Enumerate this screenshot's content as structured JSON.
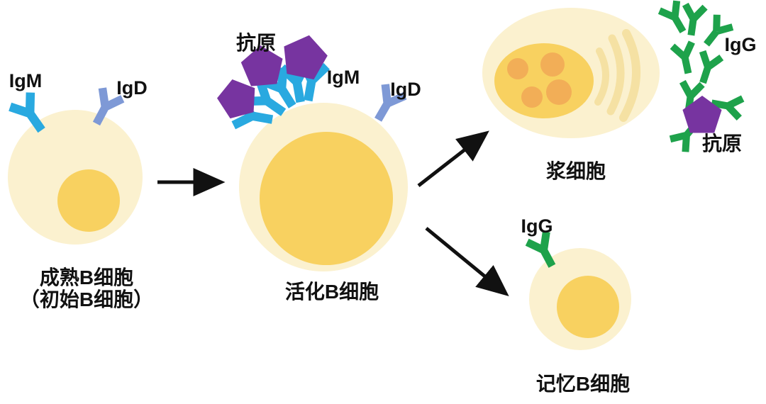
{
  "title": "B cell activation and differentiation diagram",
  "colors": {
    "background": "#ffffff",
    "cell-body": "#FBF1CF",
    "nucleus": "#F8D160",
    "nucleus-spot": "#F2AE57",
    "er-arc": "#F5E1A3",
    "igm": "#29A9E0",
    "igd": "#7E99D6",
    "igg": "#1EA24B",
    "antigen": "#7734A0",
    "ink": "#111111"
  },
  "labels": {
    "igm_left": "IgM",
    "igd_left": "IgD",
    "antigen_center": "抗原",
    "igm_center": "IgM",
    "igd_center": "IgD",
    "igg_plasma": "IgG",
    "antigen_right": "抗原",
    "igg_memory": "IgG",
    "mature_cell_line1": "成熟B细胞",
    "mature_cell_line2": "（初始B细胞）",
    "activated_cell": "活化B细胞",
    "plasma_cell": "浆细胞",
    "memory_cell": "记忆B细胞"
  },
  "cells": [
    {
      "name": "mature-b-cell",
      "label": "成熟B细胞（初始B细胞）",
      "receptors": [
        "IgM",
        "IgD"
      ]
    },
    {
      "name": "activated-b-cell",
      "label": "活化B细胞",
      "receptors": [
        "IgM",
        "IgD"
      ],
      "bound": "抗原"
    },
    {
      "name": "plasma-cell",
      "label": "浆细胞",
      "secretes": "IgG"
    },
    {
      "name": "memory-b-cell",
      "label": "记忆B细胞",
      "receptors": [
        "IgG"
      ]
    }
  ]
}
